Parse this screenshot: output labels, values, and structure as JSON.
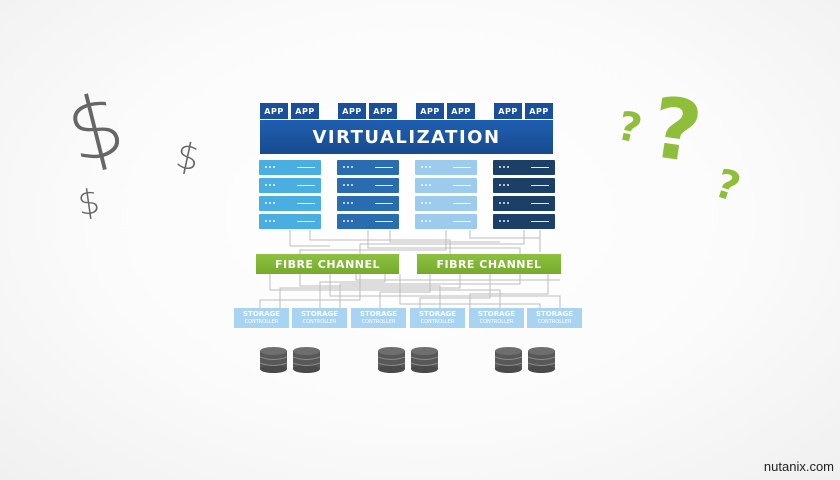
{
  "app_label": "APP",
  "virtualization_label": "VIRTUALIZATION",
  "fibre_channel_label": "FIBRE CHANNEL",
  "storage_controller": {
    "line1": "STORAGE",
    "line2": "CONTROLLER"
  },
  "dollar_symbol": "$",
  "question_symbol": "?",
  "footer": "nutanix.com",
  "colors": {
    "app_blue": "#1a4f9c",
    "virt_blue": "#1f5fb0",
    "server_cols": [
      "#4aaee0",
      "#2a6cb0",
      "#9ccbed",
      "#1b3f66"
    ],
    "fibre_green": "#8dc23f",
    "storage_light": "#a8d4f2",
    "disk_gray": "#555555",
    "question_green": "#8fbf3a"
  }
}
